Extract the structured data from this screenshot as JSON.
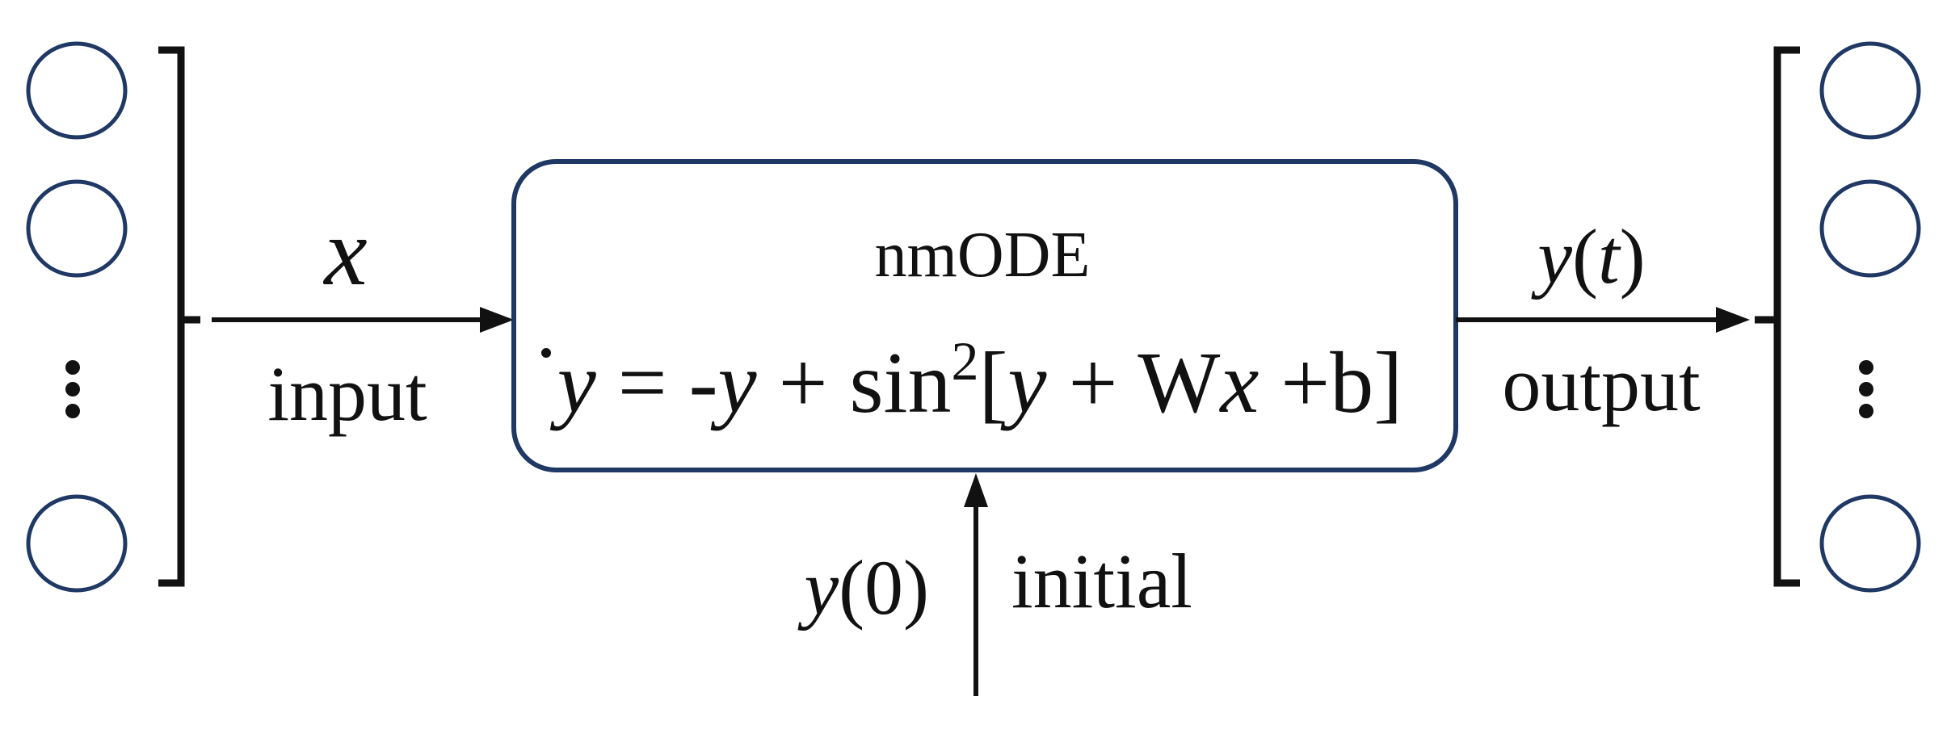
{
  "input_layer": {
    "ellipsis": "⋮"
  },
  "output_layer": {
    "ellipsis": "⋮"
  },
  "input_edge": {
    "symbol": "x",
    "label": "input"
  },
  "output_edge": {
    "symbol_var": "y",
    "symbol_arg": "t",
    "label": "output"
  },
  "initial_edge": {
    "symbol_var": "y",
    "symbol_arg": "0",
    "label": "initial"
  },
  "node_box": {
    "title": "nmODE",
    "equation": {
      "lhs_var": "y",
      "eq": " = -",
      "term_y": "y",
      "plus_sin": " + sin",
      "sup": "2",
      "open": "[",
      "inner_y": "y",
      "plus_W": " + W",
      "inner_x": "x",
      "plus_b": " +b]"
    }
  },
  "colors": {
    "node_stroke": "#1f3864",
    "line": "#111111"
  }
}
